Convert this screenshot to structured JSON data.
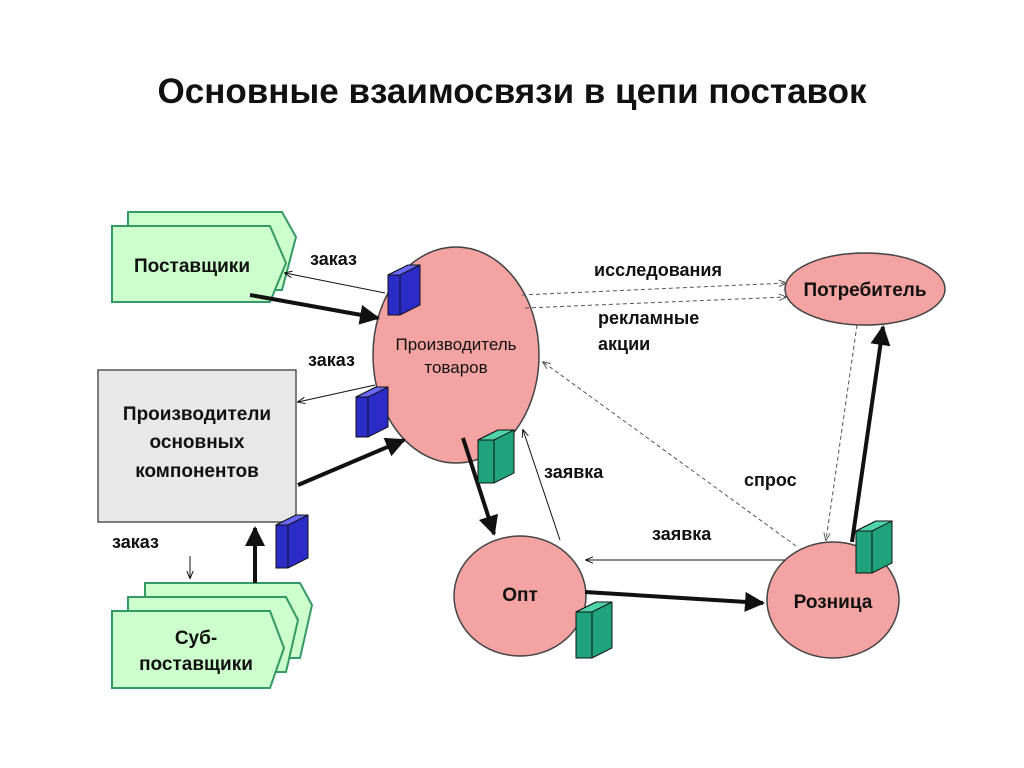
{
  "title": "Основные взаимосвязи в цепи поставок",
  "nodes": {
    "suppliers": "Поставщики",
    "manufacturer_line1": "Производитель",
    "manufacturer_line2": "товаров",
    "consumer": "Потребитель",
    "components_line1": "Производители",
    "components_line2": "основных",
    "components_line3": "компонентов",
    "subsuppliers_line1": "Суб-",
    "subsuppliers_line2": "поставщики",
    "wholesale": "Опт",
    "retail": "Розница"
  },
  "edge_labels": {
    "order_suppliers": "заказ",
    "order_components": "заказ",
    "order_subsuppliers": "заказ",
    "research": "исследования",
    "promo_line1": "рекламные",
    "promo_line2": "акции",
    "request_wholesale": "заявка",
    "request_retail": "заявка",
    "demand": "спрос"
  },
  "colors": {
    "green_box": "#ccffcc",
    "green_border": "#339966",
    "pink_node": "#f4a3a3",
    "grey_box": "#e8e8e8",
    "blue_cube": "#2b2bc8",
    "teal_cube": "#1fa37a"
  }
}
